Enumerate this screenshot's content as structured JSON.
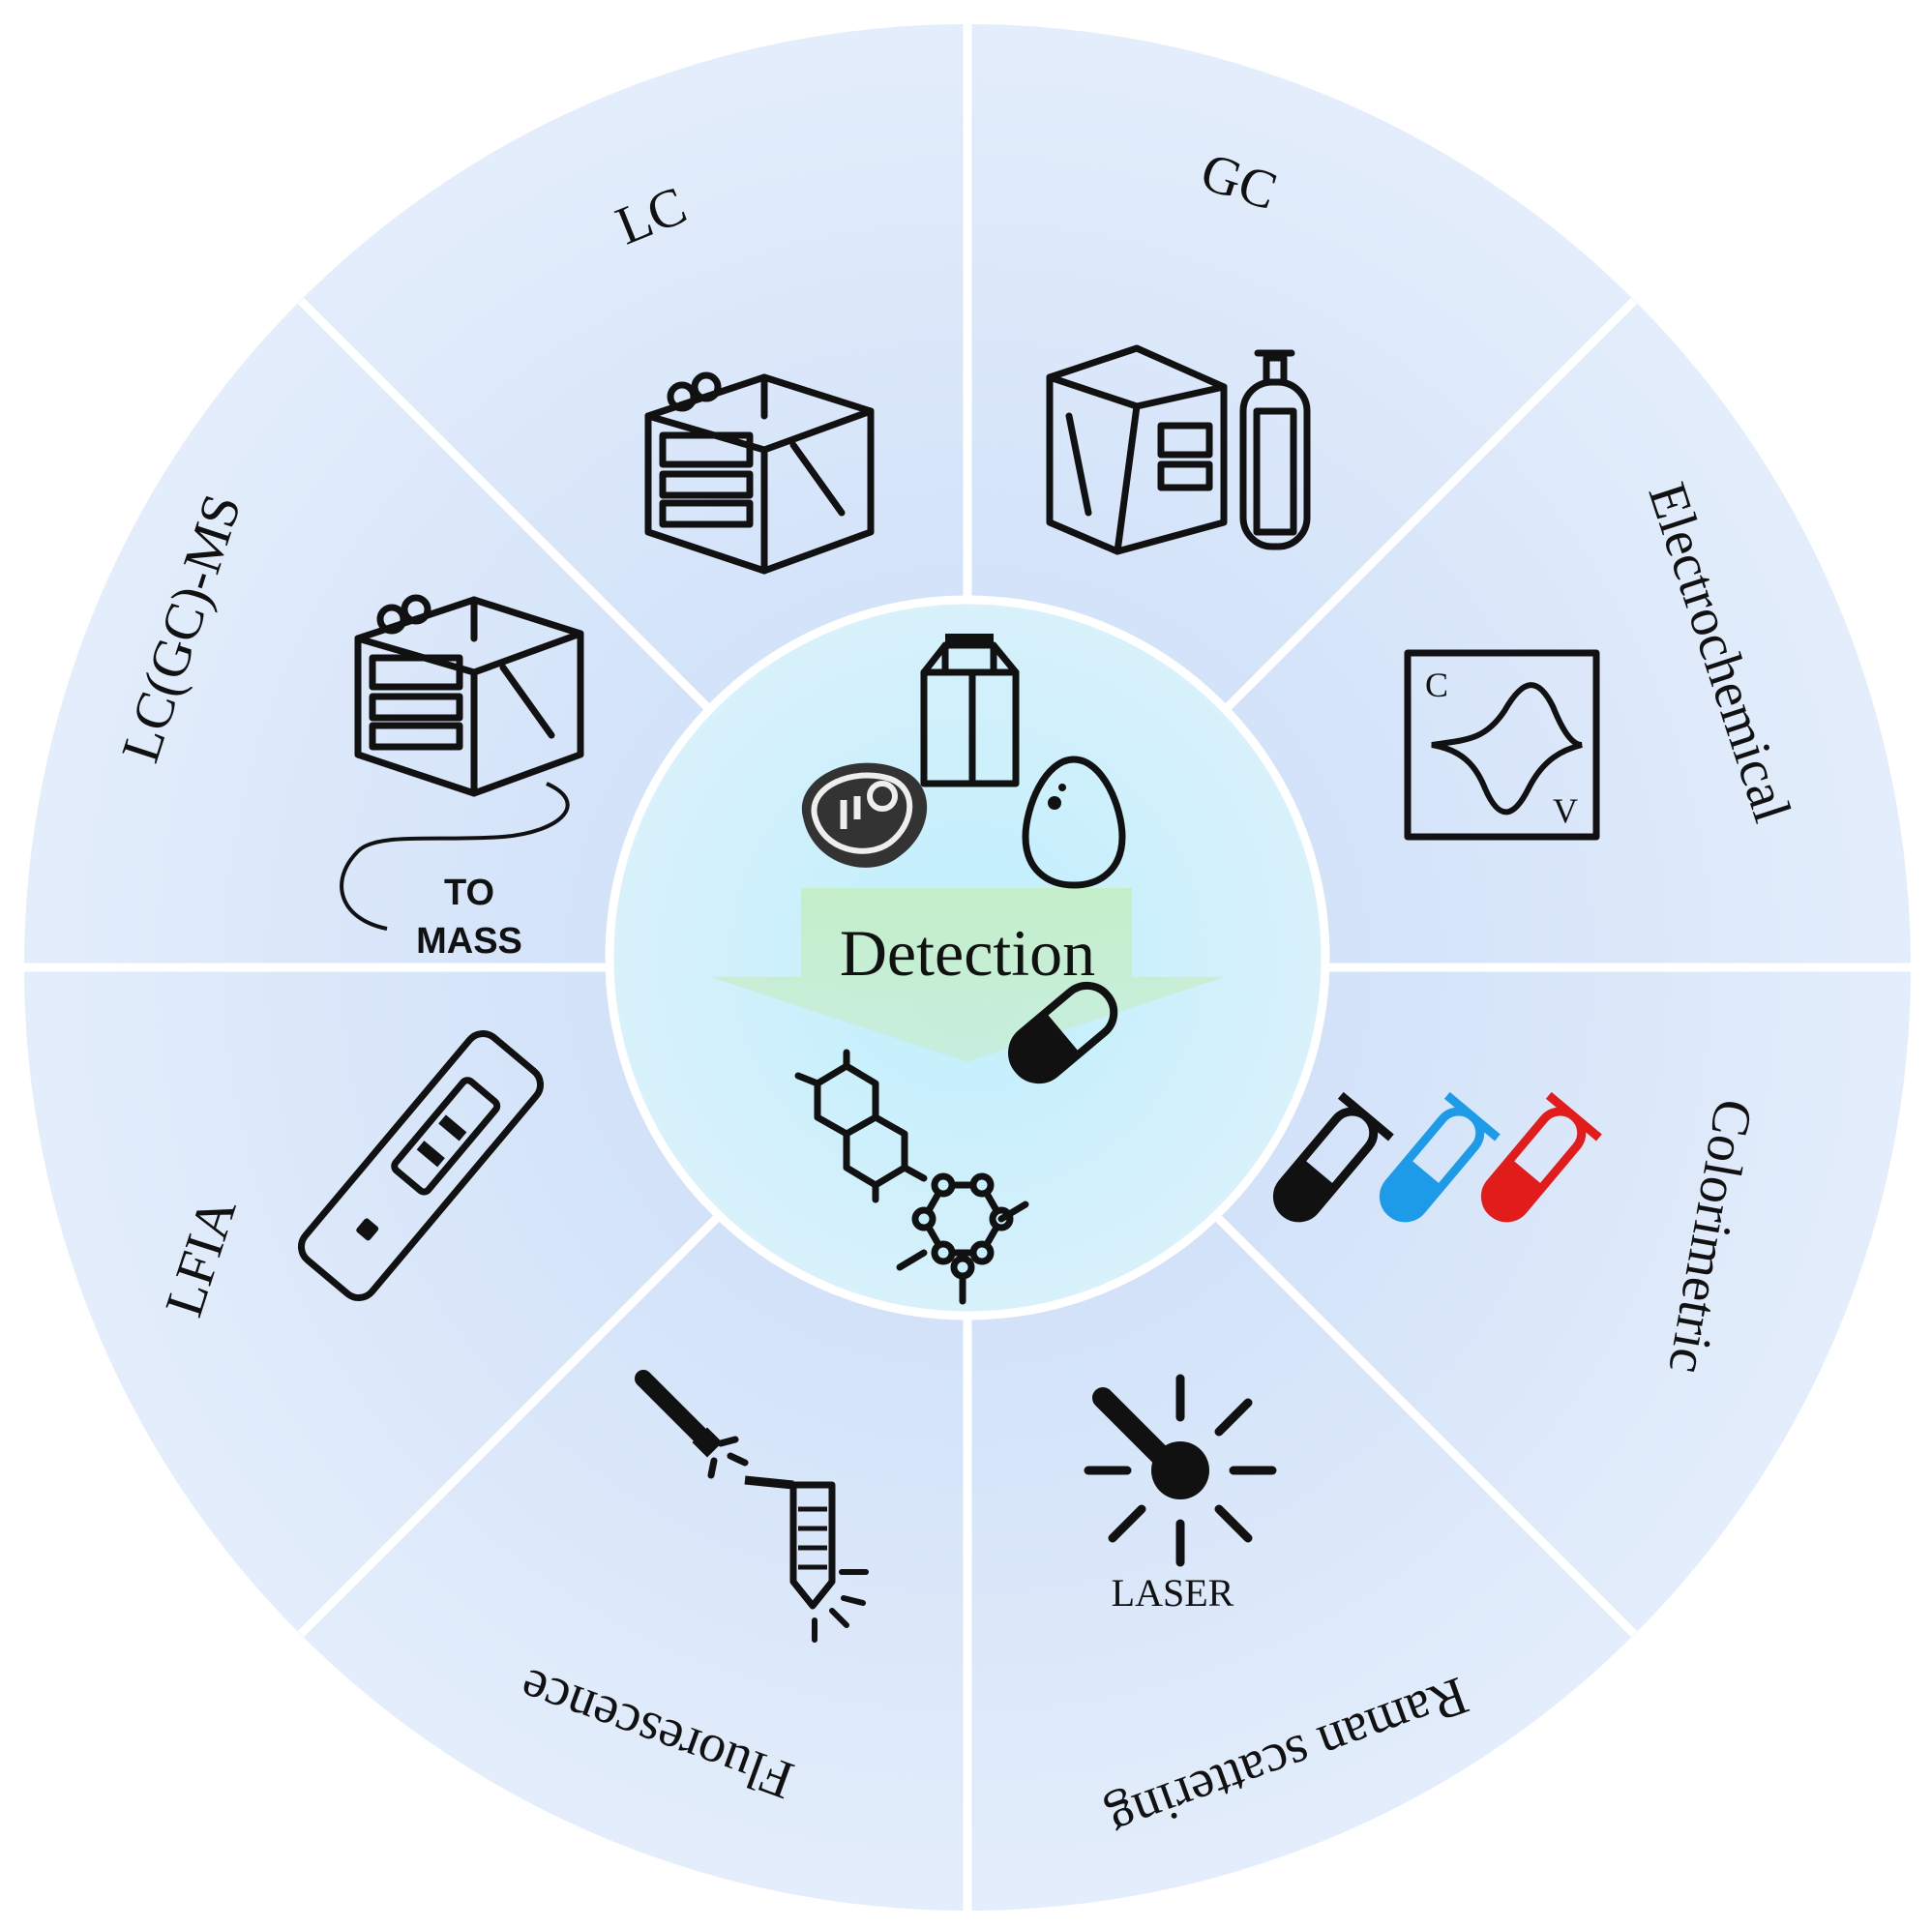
{
  "center": {
    "label": "Detection"
  },
  "segments": [
    {
      "id": "lc",
      "label": "LC"
    },
    {
      "id": "gc",
      "label": "GC"
    },
    {
      "id": "electrochemical",
      "label": "Electrochemical"
    },
    {
      "id": "colorimetric",
      "label": "Colorimetric"
    },
    {
      "id": "raman",
      "label": "Raman scattering"
    },
    {
      "id": "fluorescence",
      "label": "Fluorescence"
    },
    {
      "id": "lfia",
      "label": "LFIA"
    },
    {
      "id": "lcgcms",
      "label": "LC(GC)-MS"
    }
  ],
  "icons": {
    "lcgcms_text_line1": "TO",
    "lcgcms_text_line2": "MASS",
    "electrochem_axis_c": "C",
    "electrochem_axis_v": "V",
    "laser_label": "LASER"
  },
  "colors": {
    "segment_fill": "#dbe8fb",
    "center_fill": "#c6eefc",
    "divider": "#ffffff",
    "arrow": "#c5edc8",
    "tube_gray": "#111111",
    "tube_blue": "#1e9be8",
    "tube_red": "#e21b1b"
  }
}
